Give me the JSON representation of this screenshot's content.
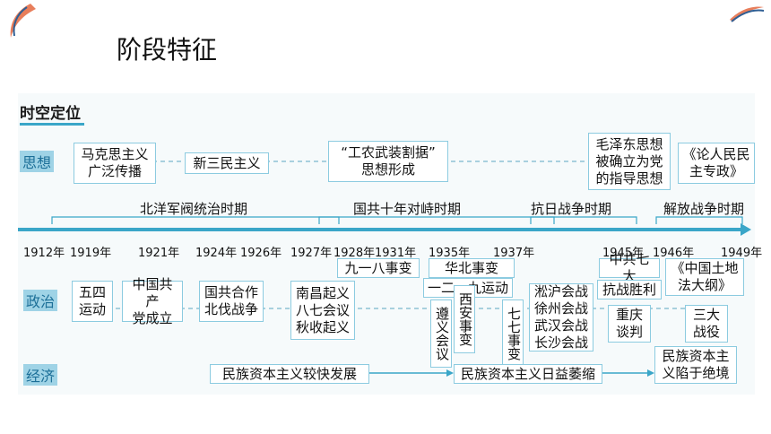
{
  "header": {
    "title": "阶段特征"
  },
  "diagram": {
    "heading": "时空定位",
    "rows": {
      "thought": "思想",
      "politics": "政治",
      "economy": "经济"
    },
    "thought_items": [
      "马克思主义\n广泛传播",
      "新三民主义",
      "“工农武装割据”\n思想形成",
      "毛泽东思想\n被确立为党\n的指导思想",
      "《论人民民\n主专政》"
    ],
    "periods": [
      "北洋军阀统治时期",
      "国共十年对峙时期",
      "抗日战争时期",
      "解放战争时期"
    ],
    "years": [
      "1912年",
      "1919年",
      "1921年",
      "1924年",
      "1926年",
      "1927年",
      "1928年",
      "1931年",
      "1935年",
      "1937年",
      "1945年",
      "1946年",
      "1949年"
    ],
    "politics_items": {
      "wusi": "五四\n运动",
      "party": "中国共产\n党成立",
      "coop": "国共合作\n北伐战争",
      "nanchang": "南昌起义\n八七会议\n秋收起义",
      "sept18": "九一八事变",
      "huabei": "华北事变",
      "dec9": "一二・九运动",
      "zunyi": "遵义会议",
      "xian": "西安事变",
      "july7": "七七事变",
      "battles": "淞沪会战\n徐州会战\n武汉会战\n长沙会战",
      "seventh": "中共七大",
      "victory": "抗战胜利",
      "chongqing": "重庆\n谈判",
      "land": "《中国土地\n法大纲》",
      "three": "三大\n战役"
    },
    "economy_items": [
      "民族资本主义较快发展",
      "民族资本主义日益萎缩",
      "民族资本主\n义陷于绝境"
    ]
  },
  "colors": {
    "accent": "#3aa6c8",
    "label_bg": "#9fd3e6",
    "box_border": "#8ccbe0"
  }
}
